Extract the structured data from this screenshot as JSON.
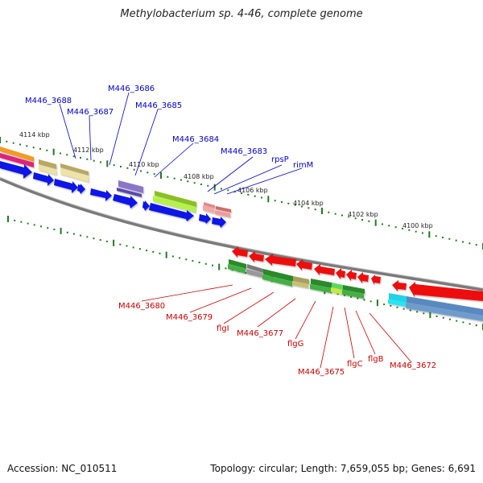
{
  "title": "Methylobacterium sp. 4-46, complete genome",
  "footer": {
    "accession": "Accession: NC_010511",
    "topology": "Topology: circular; Length: 7,659,055 bp; Genes: 6,691"
  },
  "colors": {
    "forward_label": "#0000cc",
    "reverse_label": "#cc0000",
    "tick": "#227a22",
    "backbone": "#7a7a7a"
  },
  "ruler_labels": [
    "4114 kbp",
    "4112 kbp",
    "4110 kbp",
    "4108 kbp",
    "4106 kbp",
    "4104 kbp",
    "4102 kbp",
    "4100 kbp"
  ],
  "forward_gene_labels": [
    "M446_3688",
    "M446_3687",
    "M446_3686",
    "M446_3685",
    "M446_3684",
    "M446_3683",
    "rpsP",
    "rimM"
  ],
  "reverse_gene_labels": [
    "M446_3680",
    "M446_3679",
    "flgI",
    "M446_3677",
    "flgG",
    "M446_3675",
    "flgC",
    "flgB",
    "M446_3672"
  ]
}
